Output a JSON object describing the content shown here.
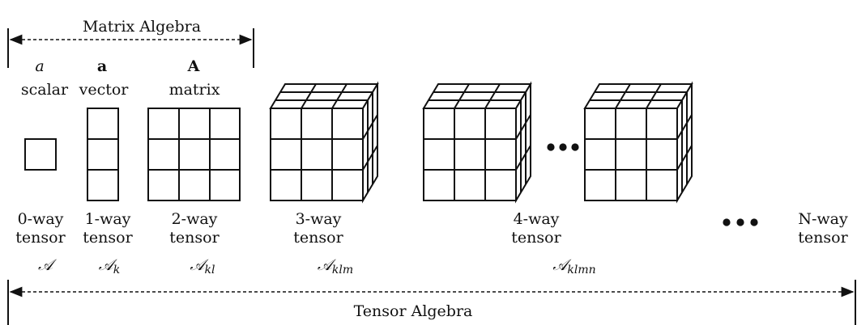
{
  "top_bracket": {
    "label": "Matrix Algebra"
  },
  "bottom_bracket": {
    "label": "Tensor Algebra"
  },
  "symbols": {
    "scalar": {
      "symbol": "a",
      "name": "scalar"
    },
    "vector": {
      "symbol": "a",
      "name": "vector"
    },
    "matrix": {
      "symbol": "A",
      "name": "matrix"
    }
  },
  "tensors": [
    {
      "line1": "0-way",
      "line2": "tensor",
      "notation": "𝒜",
      "subscript": ""
    },
    {
      "line1": "1-way",
      "line2": "tensor",
      "notation": "𝒜",
      "subscript": "k"
    },
    {
      "line1": "2-way",
      "line2": "tensor",
      "notation": "𝒜",
      "subscript": "kl"
    },
    {
      "line1": "3-way",
      "line2": "tensor",
      "notation": "𝒜",
      "subscript": "klm"
    },
    {
      "line1": "4-way",
      "line2": "tensor",
      "notation": "𝒜",
      "subscript": "klmn"
    },
    {
      "line1": "N-way",
      "line2": "tensor",
      "notation": "",
      "subscript": ""
    }
  ],
  "colors": {
    "stroke": "#111111",
    "background": "#ffffff"
  }
}
